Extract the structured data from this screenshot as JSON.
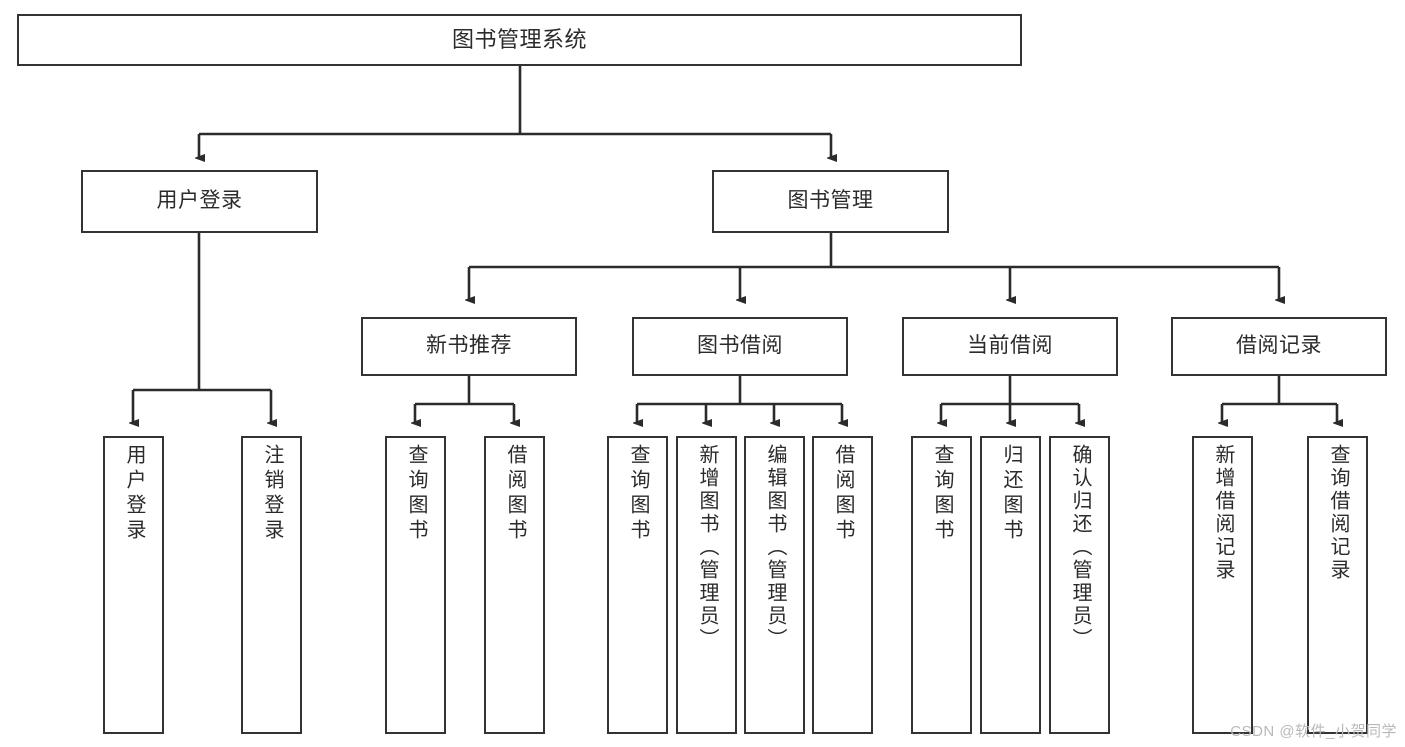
{
  "diagram": {
    "type": "tree-hierarchy",
    "title": "图书管理系统",
    "watermark": "CSDN @软件_小贺同学",
    "colors": {
      "background": "#ffffff",
      "border": "#333333",
      "text": "#2b2b2b",
      "connector": "#2b2b2b",
      "watermark": "#b9b9b9"
    },
    "nodes": {
      "root": {
        "label": "图书管理系统"
      },
      "level2": [
        {
          "label": "用户登录"
        },
        {
          "label": "图书管理"
        }
      ],
      "level3": [
        {
          "label": "新书推荐"
        },
        {
          "label": "图书借阅"
        },
        {
          "label": "当前借阅"
        },
        {
          "label": "借阅记录"
        }
      ],
      "leaves": {
        "user_login": [
          {
            "label": "用户登录"
          },
          {
            "label": "注销登录"
          }
        ],
        "new_book_rec": [
          {
            "label": "查询图书"
          },
          {
            "label": "借阅图书"
          }
        ],
        "book_borrow": [
          {
            "label": "查询图书"
          },
          {
            "label": "新增图书（管理员）"
          },
          {
            "label": "编辑图书（管理员）"
          },
          {
            "label": "借阅图书"
          }
        ],
        "current_borrow": [
          {
            "label": "查询图书"
          },
          {
            "label": "归还图书"
          },
          {
            "label": "确认归还（管理员）"
          }
        ],
        "borrow_record": [
          {
            "label": "新增借阅记录"
          },
          {
            "label": "查询借阅记录"
          }
        ]
      }
    }
  }
}
